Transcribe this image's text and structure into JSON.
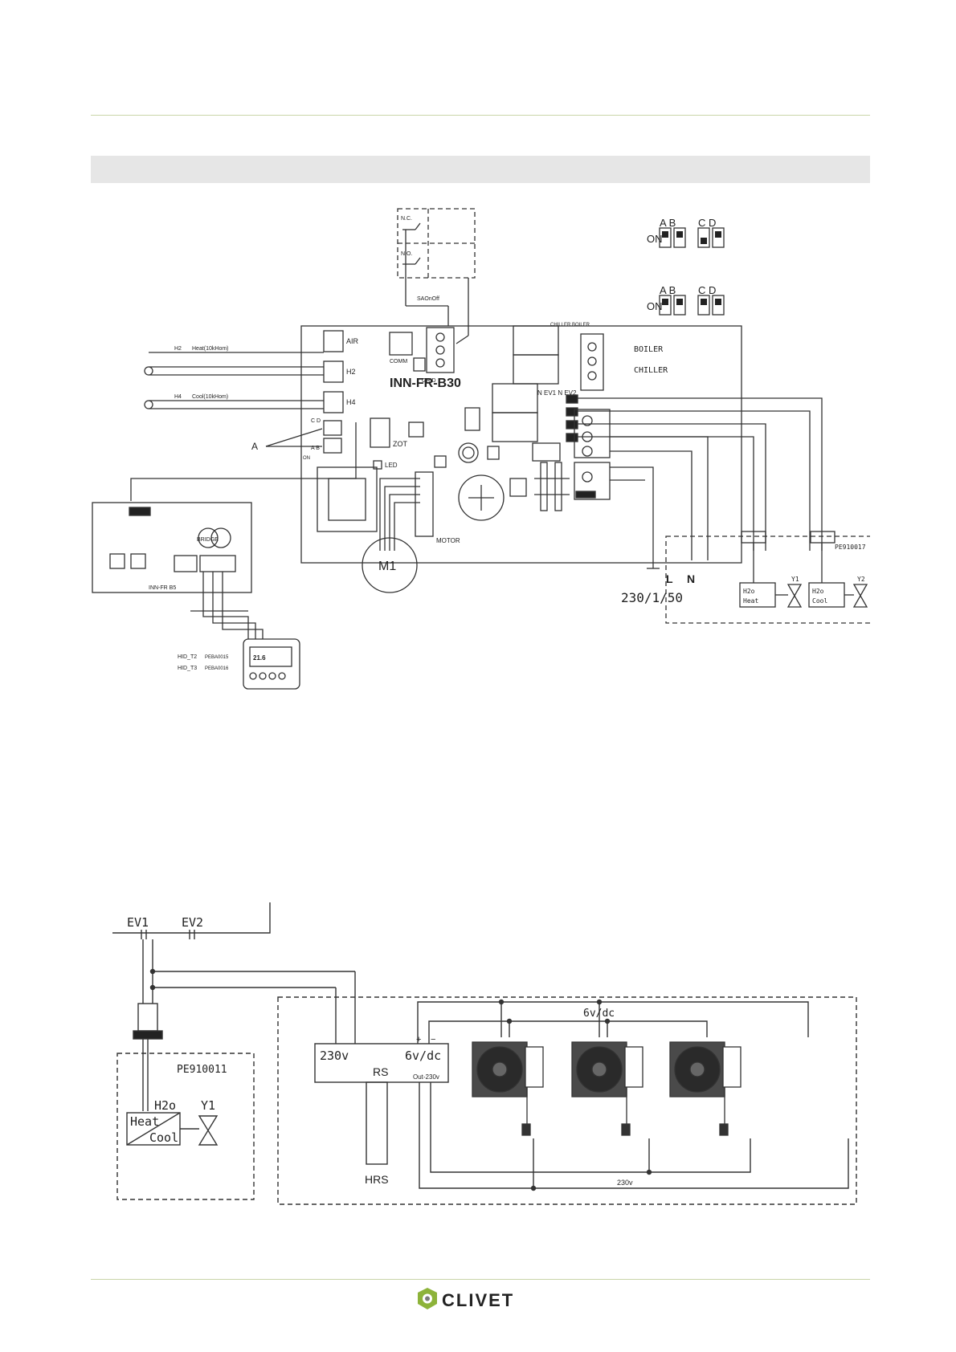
{
  "board": {
    "name": "INN-FR-B30",
    "conn_air": "AIR",
    "conn_h2": "H2",
    "conn_h4": "H4",
    "conn_comm": "COMM",
    "conn_grid": "GRID",
    "conn_zot": "ZOT",
    "conn_led": "LED",
    "conn_motor": "MOTOR",
    "conn_chiller_boiler": "CHILLER BOILER",
    "conn_ev": "N EV1 N EV2",
    "dip_ab": "A B",
    "dip_cd": "C D",
    "dip_on": "ON",
    "motor": "M1"
  },
  "sensors": {
    "h2_tag": "H2",
    "h2_label": "Heat(10kHom)",
    "h4_tag": "H4",
    "h4_label": "Cool(10kHom)"
  },
  "callout_a": "A",
  "switch_box": {
    "nc": "N.C.",
    "no": "N.O.",
    "saonoff": "SAOnOff"
  },
  "outputs": {
    "boiler": "BOILER",
    "chiller": "CHILLER"
  },
  "power": {
    "l": "L",
    "n": "N",
    "spec": "230/1/50"
  },
  "dip_legend": [
    {
      "on": "ON",
      "ab": "A B",
      "cd": "C D"
    },
    {
      "on": "ON",
      "ab": "A B",
      "cd": "C D"
    }
  ],
  "valves_top": {
    "code": "PE910017",
    "y1": "Y1",
    "h2o_heat_1": "H2o",
    "h2o_heat_2": "Heat",
    "y2": "Y2",
    "h2o_cool_1": "H2o",
    "h2o_cool_2": "Cool"
  },
  "bridge": {
    "name": "INN-FR B5",
    "bridge": "BRIDGE"
  },
  "thermostat": {
    "hid_t2": "HID_T2",
    "hid_t3": "HID_T3",
    "peba15": "PEBA0015",
    "peba16": "PEBA0016",
    "display": "21.6"
  },
  "lower": {
    "ev1": "EV1",
    "ev2": "EV2",
    "pe_code": "PE910011",
    "h2o": "H2o",
    "y1": "Y1",
    "heat": "Heat",
    "cool": "Cool",
    "rs": "RS",
    "rs_230": "230v",
    "rs_6vdc": "6v/dc",
    "rs_out": "Out-230v",
    "bus_6vdc": "6v/dc",
    "bus_230": "230v",
    "hrs": "HRS"
  },
  "logo": {
    "text": "CLIVET"
  },
  "colors": {
    "rule": "#c9d5a8",
    "bar": "#e6e6e6",
    "logo_green": "#8db33a",
    "logo_grey": "#7a7a7a"
  }
}
